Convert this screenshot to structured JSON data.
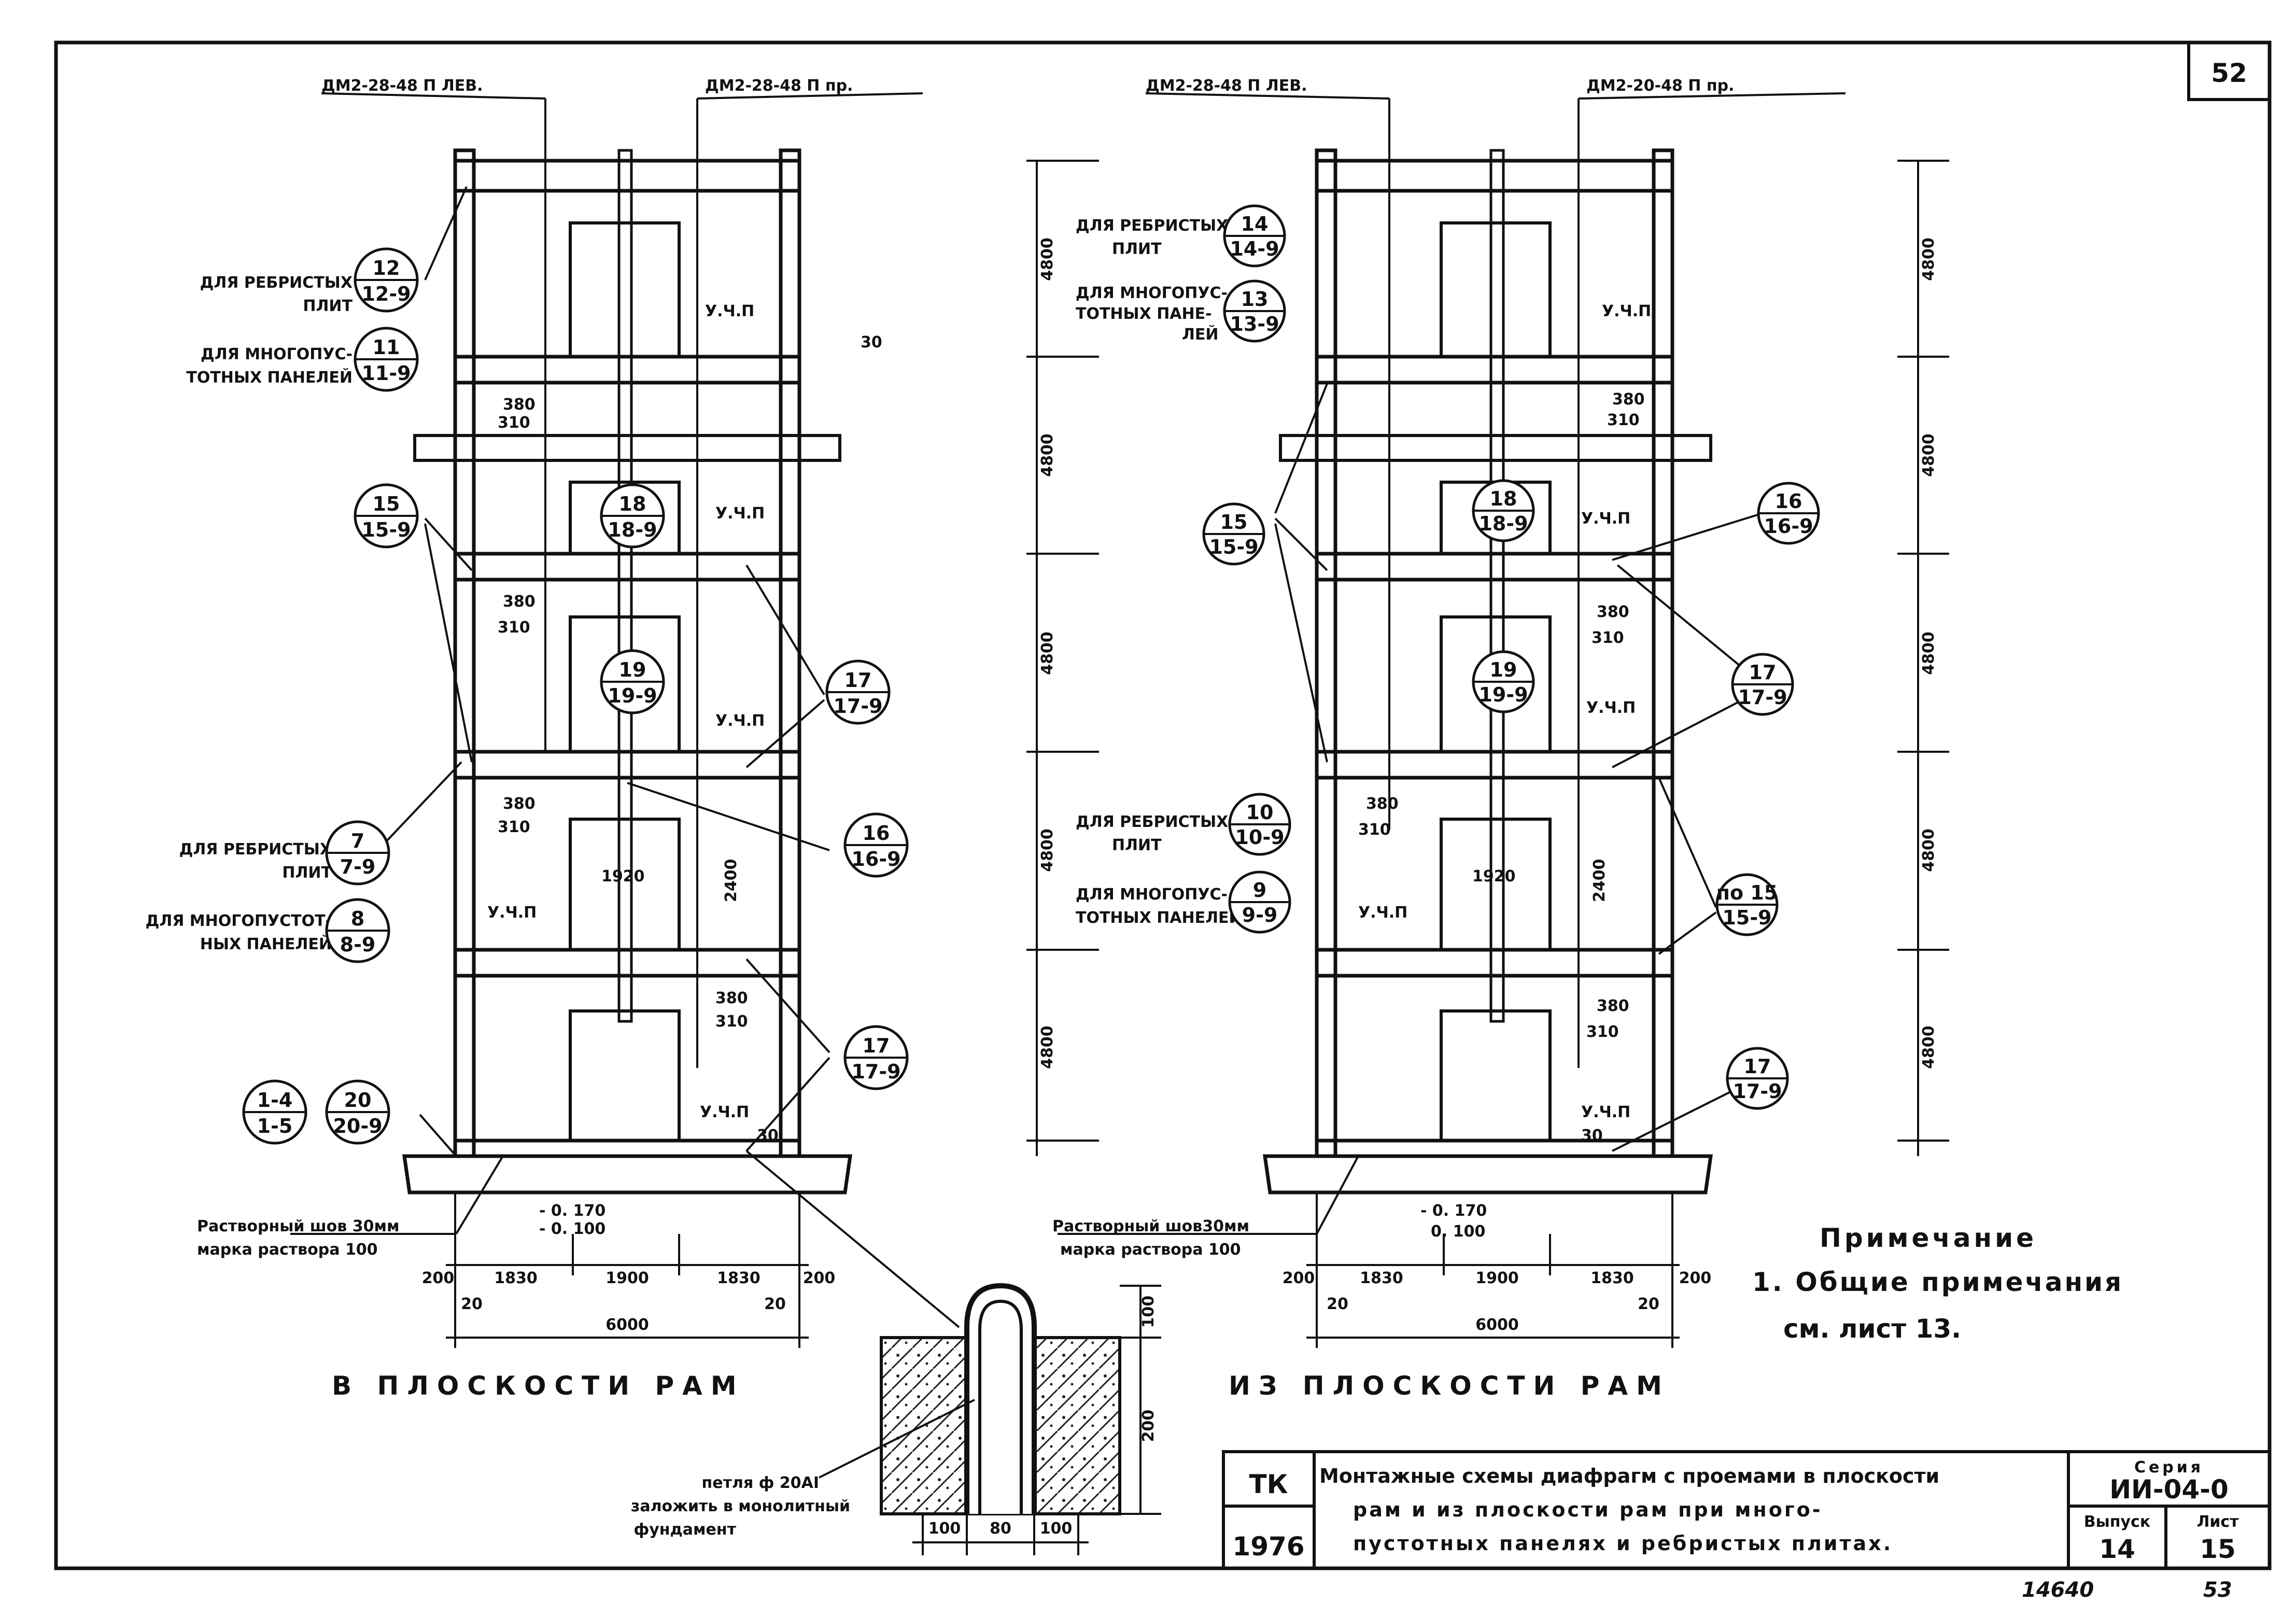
{
  "sheet_number": "52",
  "page_bottom_number": "53",
  "archive_number": "14640",
  "left_frame": {
    "caption": "В ПЛОСКОСТИ РАМ",
    "column_left_label": "ДМ2-28-48 П ЛЕВ.",
    "column_right_label": "ДМ2-28-48 П пр.",
    "notes": {
      "ribbed_12": "ДЛЯ РЕБРИСТЫХ",
      "ribbed_12_b": "ПЛИТ",
      "hollow_11": "ДЛЯ МНОГОПУС-",
      "hollow_11_b": "ТОТНЫХ ПАНЕЛЕЙ",
      "ribbed_7": "ДЛЯ РЕБРИСТЫХ",
      "ribbed_7_b": "ПЛИТ",
      "hollow_8": "ДЛЯ МНОГОПУСТОТ-",
      "hollow_8_b": "НЫХ ПАНЕЛЕЙ"
    },
    "bubbles": [
      {
        "top": "12",
        "bottom": "12-9"
      },
      {
        "top": "11",
        "bottom": "11-9"
      },
      {
        "top": "15",
        "bottom": "15-9"
      },
      {
        "top": "18",
        "bottom": "18-9"
      },
      {
        "top": "19",
        "bottom": "19-9"
      },
      {
        "top": "17",
        "bottom": "17-9"
      },
      {
        "top": "16",
        "bottom": "16-9"
      },
      {
        "top": "7",
        "bottom": "7-9"
      },
      {
        "top": "8",
        "bottom": "8-9"
      },
      {
        "top": "17",
        "bottom": "17-9"
      },
      {
        "top": "1-4",
        "bottom": "1-5"
      },
      {
        "top": "20",
        "bottom": "20-9"
      }
    ],
    "mortar_1": "Растворный шов 30мм",
    "mortar_2": "марка раствора 100",
    "level_1": "- 0. 170",
    "level_2": "- 0. 100",
    "dims_bottom": [
      "200",
      "1830",
      "1900",
      "1830",
      "200"
    ],
    "dims_small": [
      "20",
      "20"
    ],
    "dim_total": "6000",
    "floor_heights": [
      "4800",
      "4800",
      "4800",
      "4800",
      "4800"
    ],
    "opening_w": "1920",
    "opening_h": "2400",
    "dim_380": "380",
    "dim_310": "310",
    "dim_30": "30",
    "uchp": "У.Ч.П"
  },
  "right_frame": {
    "caption": "ИЗ ПЛОСКОСТИ РАМ",
    "column_left_label": "ДМ2-28-48 П ЛЕВ.",
    "column_right_label": "ДМ2-20-48 П пр.",
    "notes": {
      "ribbed_14": "ДЛЯ РЕБРИСТЫХ",
      "ribbed_14_b": "ПЛИТ",
      "hollow_13": "ДЛЯ МНОГОПУС-",
      "hollow_13_b": "ТОТНЫХ ПАНЕ-",
      "hollow_13_c": "ЛЕЙ",
      "ribbed_10": "ДЛЯ РЕБРИСТЫХ",
      "ribbed_10_b": "ПЛИТ",
      "hollow_9": "ДЛЯ МНОГОПУС-",
      "hollow_9_b": "ТОТНЫХ ПАНЕЛЕЙ"
    },
    "bubbles": [
      {
        "top": "14",
        "bottom": "14-9"
      },
      {
        "top": "13",
        "bottom": "13-9"
      },
      {
        "top": "15",
        "bottom": "15-9"
      },
      {
        "top": "18",
        "bottom": "18-9"
      },
      {
        "top": "16",
        "bottom": "16-9"
      },
      {
        "top": "19",
        "bottom": "19-9"
      },
      {
        "top": "17",
        "bottom": "17-9"
      },
      {
        "top": "10",
        "bottom": "10-9"
      },
      {
        "top": "9",
        "bottom": "9-9"
      },
      {
        "top": "по 15",
        "bottom": "15-9"
      },
      {
        "top": "17",
        "bottom": "17-9"
      }
    ],
    "mortar_1": "Растворный шов30мм",
    "mortar_2": "марка раствора 100",
    "level_1": "- 0. 170",
    "level_2": "0. 100",
    "dims_bottom": [
      "200",
      "1830",
      "1900",
      "1830",
      "200"
    ],
    "dims_small": [
      "20",
      "20"
    ],
    "dim_total": "6000",
    "floor_heights": [
      "4800",
      "4800",
      "4800",
      "4800",
      "4800"
    ],
    "opening_w": "1920",
    "opening_h": "2400"
  },
  "detail": {
    "loop_1": "петля ф 20АI",
    "loop_2": "заложить в монолитный",
    "loop_3": "фундамент",
    "dims_h": [
      "100",
      "80",
      "100"
    ],
    "dims_v": [
      "100",
      "200"
    ]
  },
  "note": {
    "title": "Примечание",
    "line1": "1. Общие примечания",
    "line2": "см. лист 13."
  },
  "title_block": {
    "org": "ТК",
    "year": "1976",
    "title_1": "Монтажные схемы диафрагм с проемами в плоскости",
    "title_2": "рам и из плоскости рам при много-",
    "title_3": "пустотных панелях и ребристых плитах.",
    "series_label": "Серия",
    "series": "ИИ-04-0",
    "issue_label": "Выпуск",
    "issue": "14",
    "sheet_label": "Лист",
    "sheet": "15"
  }
}
